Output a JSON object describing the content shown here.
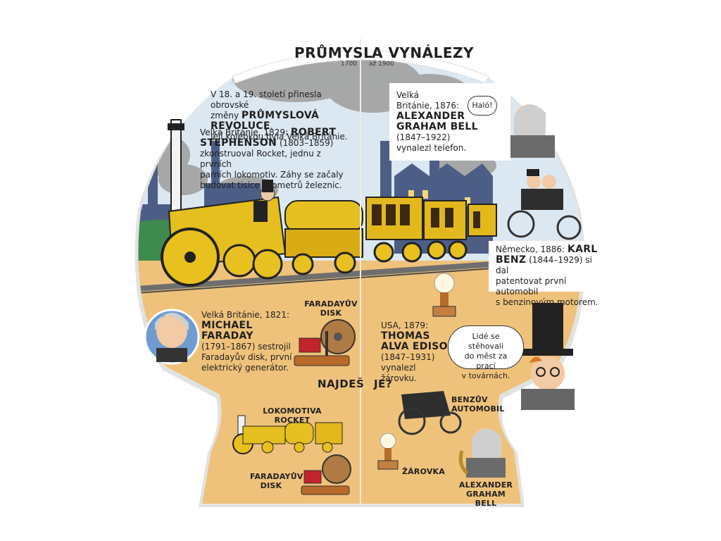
{
  "header": {
    "title_left": "PRŮMYSL",
    "title_right": "A VYNÁLEZY",
    "year_left": "1700",
    "year_right": "až 1900"
  },
  "intro": {
    "line1": "V 18. a 19. století přinesla obrovské",
    "line2_pre": "změny ",
    "line2_strong": "PRŮMYSLOVÁ REVOLUCE",
    "line2_post": ".",
    "line3": "Její kolébkou byla Velká Británie."
  },
  "stephenson": {
    "line1_pre": "Velká Británie, 1829: ",
    "line1_strong": "ROBERT",
    "line2_strong": "STEPHENSON",
    "line2_post": " (1803–1859)",
    "line3": "zkonstruoval Rocket, jednu z prvních",
    "line4": "parních lokomotiv. Záhy se začaly",
    "line5": "budovat tisíce kilometrů železnic."
  },
  "bell": {
    "line1": "Velká",
    "line2": "Británie, 1876:",
    "line3": "ALEXANDER",
    "line4": "GRAHAM BELL",
    "line5": "(1847–1922)",
    "line6": "vynalezl telefon.",
    "speech": "Haló!"
  },
  "benz": {
    "line1_pre": "Německo, 1886: ",
    "line1_strong": "KARL",
    "line2_strong": "BENZ",
    "line2_post": " (1844–1929) si dal",
    "line3": "patentovat první automobil",
    "line4": "s benzinovým motorem."
  },
  "faraday": {
    "line1": "Velká Británie, 1821:",
    "line2": "MICHAEL FARADAY",
    "line3": "(1791–1867) sestrojil",
    "line4": "Faradayův disk, první",
    "line5": "elektrický generátor.",
    "disk_label_1": "FARADAYŮV",
    "disk_label_2": "DISK"
  },
  "edison": {
    "line1": "USA, 1879:",
    "line2": "THOMAS",
    "line3": "ALVA EDISON",
    "line4": "(1847–1931)",
    "line5": "vynalezl",
    "line6": "žárovku.",
    "speech_1": "Lidé se stěhovali",
    "speech_2": "do měst za prací",
    "speech_3": "v továrnách."
  },
  "find": {
    "title_left": "NAJDEŠ",
    "title_right": "JE?",
    "loco_label": "LOKOMOTIVA ROCKET",
    "disk_label_1": "FARADAYŮV",
    "disk_label_2": "DISK",
    "car_label_1": "BENZŮV",
    "car_label_2": "AUTOMOBIL",
    "bulb_label": "ŽÁROVKA",
    "bell_label_1": "ALEXANDER",
    "bell_label_2": "GRAHAM BELL"
  },
  "colors": {
    "sky": "#d9e6f1",
    "ground": "#efc27b",
    "loco_yellow": "#e8c01f",
    "factory": "#4e5f86",
    "smoke": "#9a9a9a"
  }
}
